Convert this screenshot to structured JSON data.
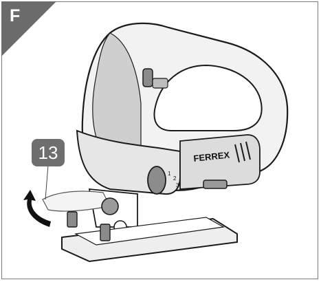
{
  "figure": {
    "corner_label": "F",
    "callout_number": "13",
    "brand_text": "FERREX",
    "dial_numbers": [
      "1",
      "2",
      "3"
    ],
    "colors": {
      "corner": "#6b6b6b",
      "badge": "#6e6e6e",
      "lines": "#1a1a1a",
      "tool_gray": "#cfcfcf"
    },
    "icons": [
      "rotate-arrow-icon"
    ]
  }
}
